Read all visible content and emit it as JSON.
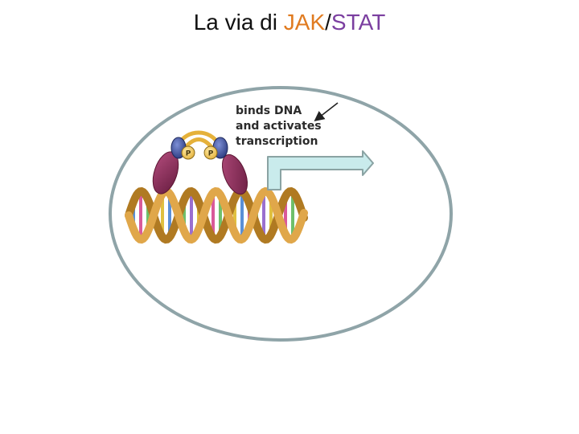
{
  "title": {
    "prefix": "La via di ",
    "jak": "JAK",
    "separator": "/",
    "stat": "STAT"
  },
  "colors": {
    "jak": "#e07b20",
    "stat": "#7b3fa0",
    "nucleus_border": "#8fa4a8",
    "dna_backbone": "#e0a74a",
    "stat_protein": "#8a2a57",
    "stat_head": "#3c4f9a",
    "arrow_fill": "#c9ebec",
    "arrow_stroke": "#8aa3a3"
  },
  "diagram": {
    "label_lines": [
      "binds DNA",
      "and activates",
      "transcription"
    ],
    "phospho_label": "P"
  }
}
